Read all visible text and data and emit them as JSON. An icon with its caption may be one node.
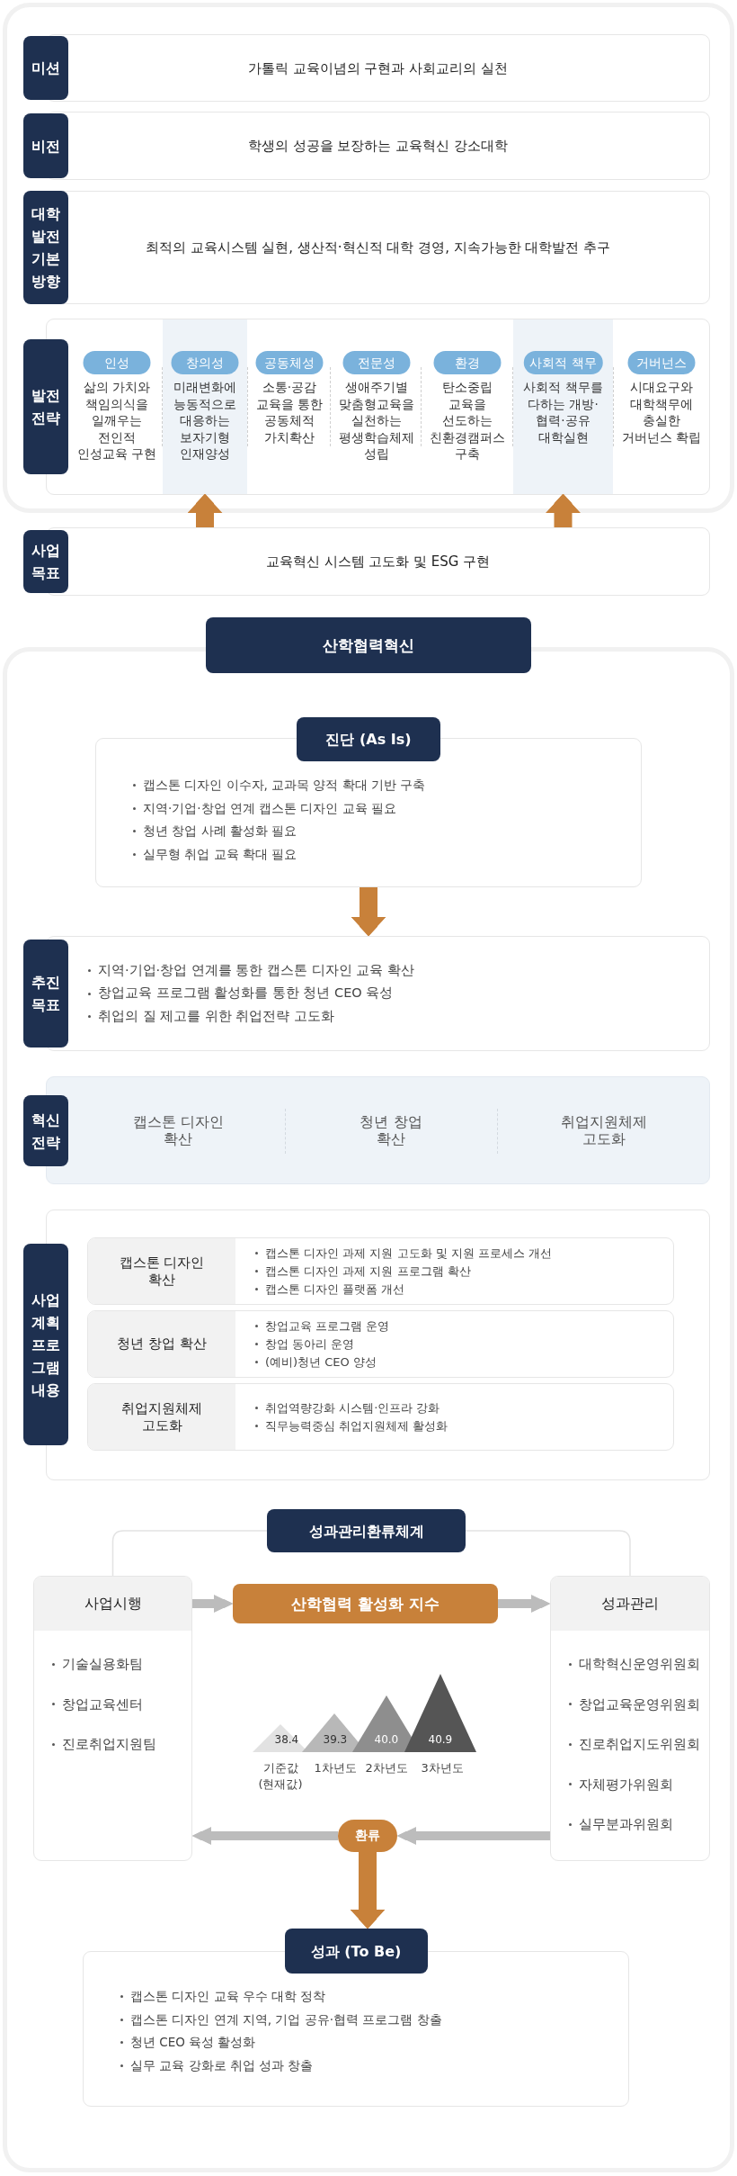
{
  "diagram": {
    "nodes": [
      {
        "text": [
          "미션",
          "가톨릭 교육이념의 구현과 사회교리의 실천"
        ]
      },
      {
        "text": [
          "비전",
          "학생의 성공을 보장하는 교육혁신 강소대학"
        ]
      },
      {
        "text": [
          "대학발전 기본방향",
          "최적의 교육시스템 실현, 생산적·혁신적 대학 경영, 지속가능한 대학발전 추구"
        ]
      },
      {
        "text": [
          "발전 전략"
        ]
      },
      {
        "text": [
          "인성",
          "삶의 가치와 책임의식을 일깨우는 전인적 인성교육 구현"
        ],
        "in": 3
      },
      {
        "text": [
          "창의성",
          "미래변화에 능동적으로 대응하는 보자기형 인재양성"
        ],
        "in": 3
      },
      {
        "text": [
          "공동체성",
          "소통·공감 교육을 통한 공동체적 가치확산"
        ],
        "in": 3
      },
      {
        "text": [
          "전문성",
          "생애주기별 맞춤형교육을 실천하는 평생학습체제 성립"
        ],
        "in": 3
      },
      {
        "text": [
          "환경",
          "탄소중립 교육을 선도하는 친환경캠퍼스 구축"
        ],
        "in": 3
      },
      {
        "text": [
          "사회적 책무",
          "사회적 책무를 다하는 개방·협력·공유 대학실현"
        ],
        "in": 3
      },
      {
        "text": [
          "거버넌스",
          "시대요구와 대학책무에 충실한 거버넌스 확립"
        ],
        "in": 3
      },
      {
        "text": [
          "사업 목표",
          "교육혁신 시스템 고도화 및 ESG 구현"
        ]
      },
      {
        "text": [
          "산학협력혁신"
        ]
      },
      {
        "text": [
          "진단 (As Is)",
          "캡스톤 디자인 이수자, 교과목 양적 확대 기반 구축",
          "지역·기업·창업 연계 캡스톤 디자인 교육 필요",
          "청년 창업 사례 활성화 필요",
          "실무형 취업 교육 확대 필요"
        ],
        "in": 12
      },
      {
        "text": [
          "추진 목표",
          "지역·기업·창업 연계를 통한 캡스톤 디자인 교육 확산",
          "창업교육 프로그램 활성화를 통한 청년 CEO 육성",
          "취업의 질 제고를 위한 취업전략 고도화"
        ],
        "in": 12
      },
      {
        "text": [
          "혁신 전략",
          "캡스톤 디자인 확산",
          "청년 창업 확산",
          "취업지원체제 고도화"
        ],
        "in": 12
      },
      {
        "text": [
          "사업계획 프로그램 내용"
        ],
        "in": 12
      },
      {
        "text": [
          "캡스톤 디자인 확산",
          "캡스톤 디자인 과제 지원 고도화 및 지원 프로세스 개선",
          "캡스톤 디자인 과제 지원 프로그램 확산",
          "캡스톤 디자인 플랫폼 개선"
        ],
        "in": 16
      },
      {
        "text": [
          "청년 창업 확산",
          "창업교육 프로그램 운영",
          "창업 동아리 운영",
          "(예비)청년 CEO 양성"
        ],
        "in": 16
      },
      {
        "text": [
          "취업지원체제 고도화",
          "취업역량강화 시스템·인프라 강화",
          "직무능력중심 취업지원체제 활성화"
        ],
        "in": 16
      },
      {
        "text": [
          "성과관리환류체계"
        ],
        "in": 12
      },
      {
        "text": [
          "사업시행",
          "기술실용화팀",
          "창업교육센터",
          "진로취업지원팀"
        ],
        "in": 12
      },
      {
        "text": [
          "산학협력 활성화 지수"
        ],
        "in": 12
      },
      {
        "text": [
          "성과관리",
          "대학혁신운영위원회",
          "창업교육운영위원회",
          "진로취업지도위원회",
          "자체평가위원회",
          "실무분과위원회"
        ],
        "in": 12
      },
      {
        "text": [
          "환류"
        ],
        "in": 12
      },
      {
        "text": [
          "성과 (To Be)",
          "캡스톤 디자인 교육 우수 대학 정착",
          "캡스톤 디자인 연계 지역, 기업 공유·협력 프로그램 창출",
          "청년 CEO 육성 활성화",
          "실무 교육 강화로 취업 성과 창출"
        ],
        "in": 12
      }
    ],
    "edges": [
      {
        "from": 11,
        "to": 5,
        "arrow": "to",
        "style": "thick"
      },
      {
        "from": 11,
        "to": 9,
        "arrow": "to",
        "style": "thick"
      },
      {
        "from": 13,
        "to": 14,
        "arrow": "to",
        "style": "thick"
      },
      {
        "from": 20,
        "to": 21,
        "arrow": "none",
        "color": "#e3e3e3"
      },
      {
        "from": 20,
        "to": 23,
        "arrow": "none",
        "color": "#e3e3e3"
      },
      {
        "from": 21,
        "to": 22,
        "arrow": "to",
        "color": "#bcbcbc"
      },
      {
        "from": 22,
        "to": 23,
        "arrow": "to",
        "color": "#bcbcbc"
      },
      {
        "from": 23,
        "to": 24,
        "arrow": "to",
        "color": "#bcbcbc"
      },
      {
        "from": 24,
        "to": 21,
        "arrow": "to",
        "color": "#bcbcbc"
      },
      {
        "from": 24,
        "to": 25,
        "arrow": "to",
        "style": "thick"
      }
    ],
    "labels": [
      "38.4",
      "39.3",
      "40.0",
      "40.9",
      "기준값 (현재값)",
      "1차년도",
      "2차년도",
      "3차년도"
    ]
  }
}
